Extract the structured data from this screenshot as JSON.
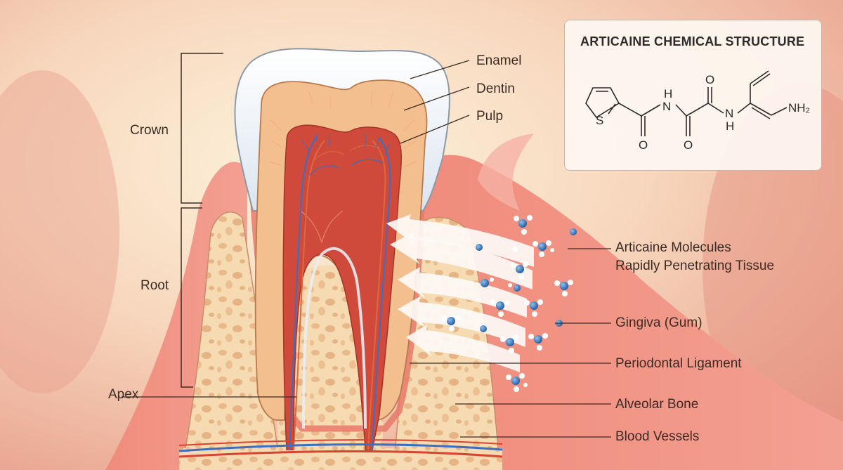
{
  "labels": {
    "enamel": "Enamel",
    "dentin": "Dentin",
    "pulp": "Pulp",
    "crown": "Crown",
    "root": "Root",
    "apex": "Apex",
    "molecules_line1": "Articaine Molecules",
    "molecules_line2": "Rapidly Penetrating Tissue",
    "gingiva": "Gingiva (Gum)",
    "periodontal": "Periodontal Ligament",
    "alveolar": "Alveolar Bone",
    "blood": "Blood Vessels"
  },
  "structure_panel": {
    "title": "ARTICAINE CHEMICAL STRUCTURE",
    "atoms": {
      "sulfur": "S",
      "h_top": "H",
      "n_left": "N",
      "o_top": "O",
      "n_right": "N",
      "h_bottom": "H",
      "o_bottom_left": "O",
      "o_bottom_mid": "O",
      "nh2": "NH₂"
    }
  },
  "colors": {
    "enamel": "#f2f6fb",
    "dentin": "#f4bf8f",
    "pulp": "#cf4a3a",
    "gum": "#ef8f80",
    "bone": "#f5d8b0",
    "molecule": "#2f6fb5"
  }
}
